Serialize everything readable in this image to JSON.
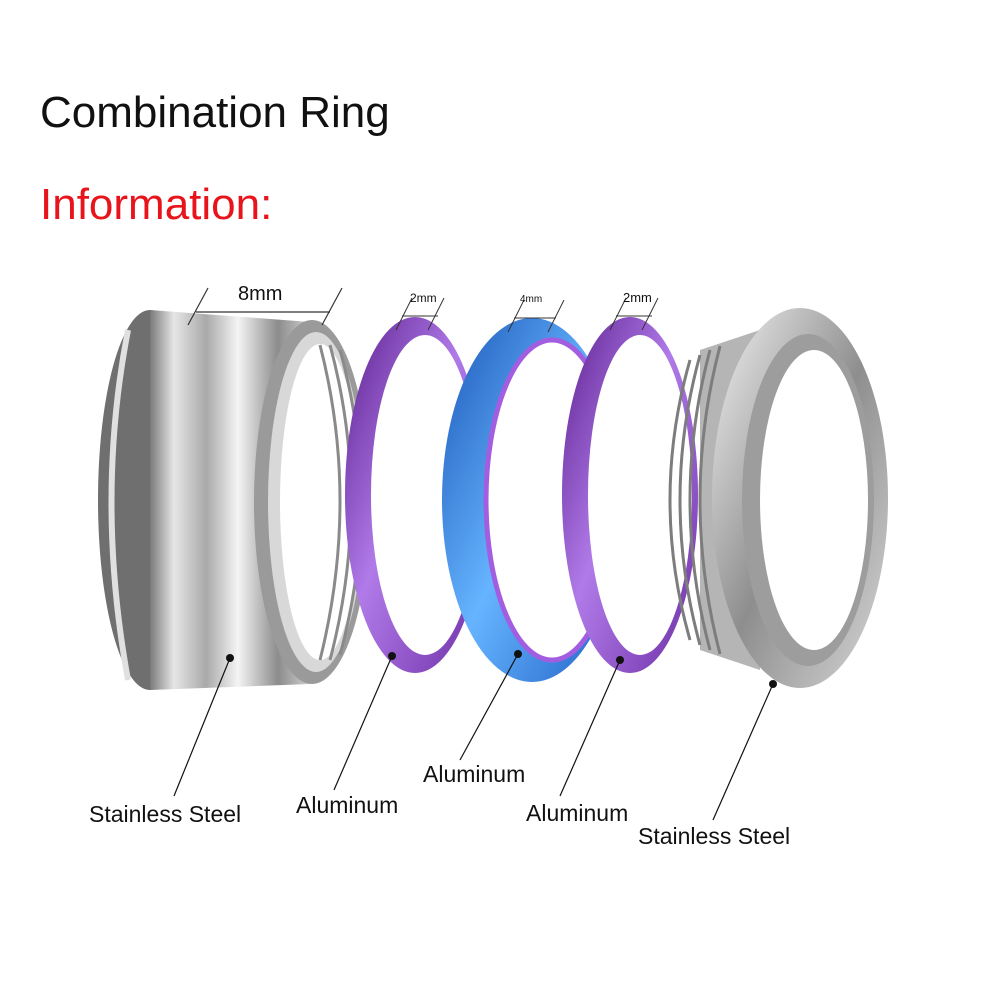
{
  "header": {
    "title": "Combination Ring",
    "subtitle": "Information:"
  },
  "colors": {
    "subtitle": "#e8141c",
    "steel": "#b8b8b8",
    "purple": "#8a4fc4",
    "blue": "#2f7fe0"
  },
  "widths": {
    "steel_left": "8mm",
    "aluminum_left": "2mm",
    "aluminum_center": "4mm",
    "aluminum_right": "2mm"
  },
  "parts": {
    "steel_left": "Stainless Steel",
    "aluminum_left": "Aluminum",
    "aluminum_center": "Aluminum",
    "aluminum_right": "Aluminum",
    "steel_right": "Stainless Steel"
  }
}
